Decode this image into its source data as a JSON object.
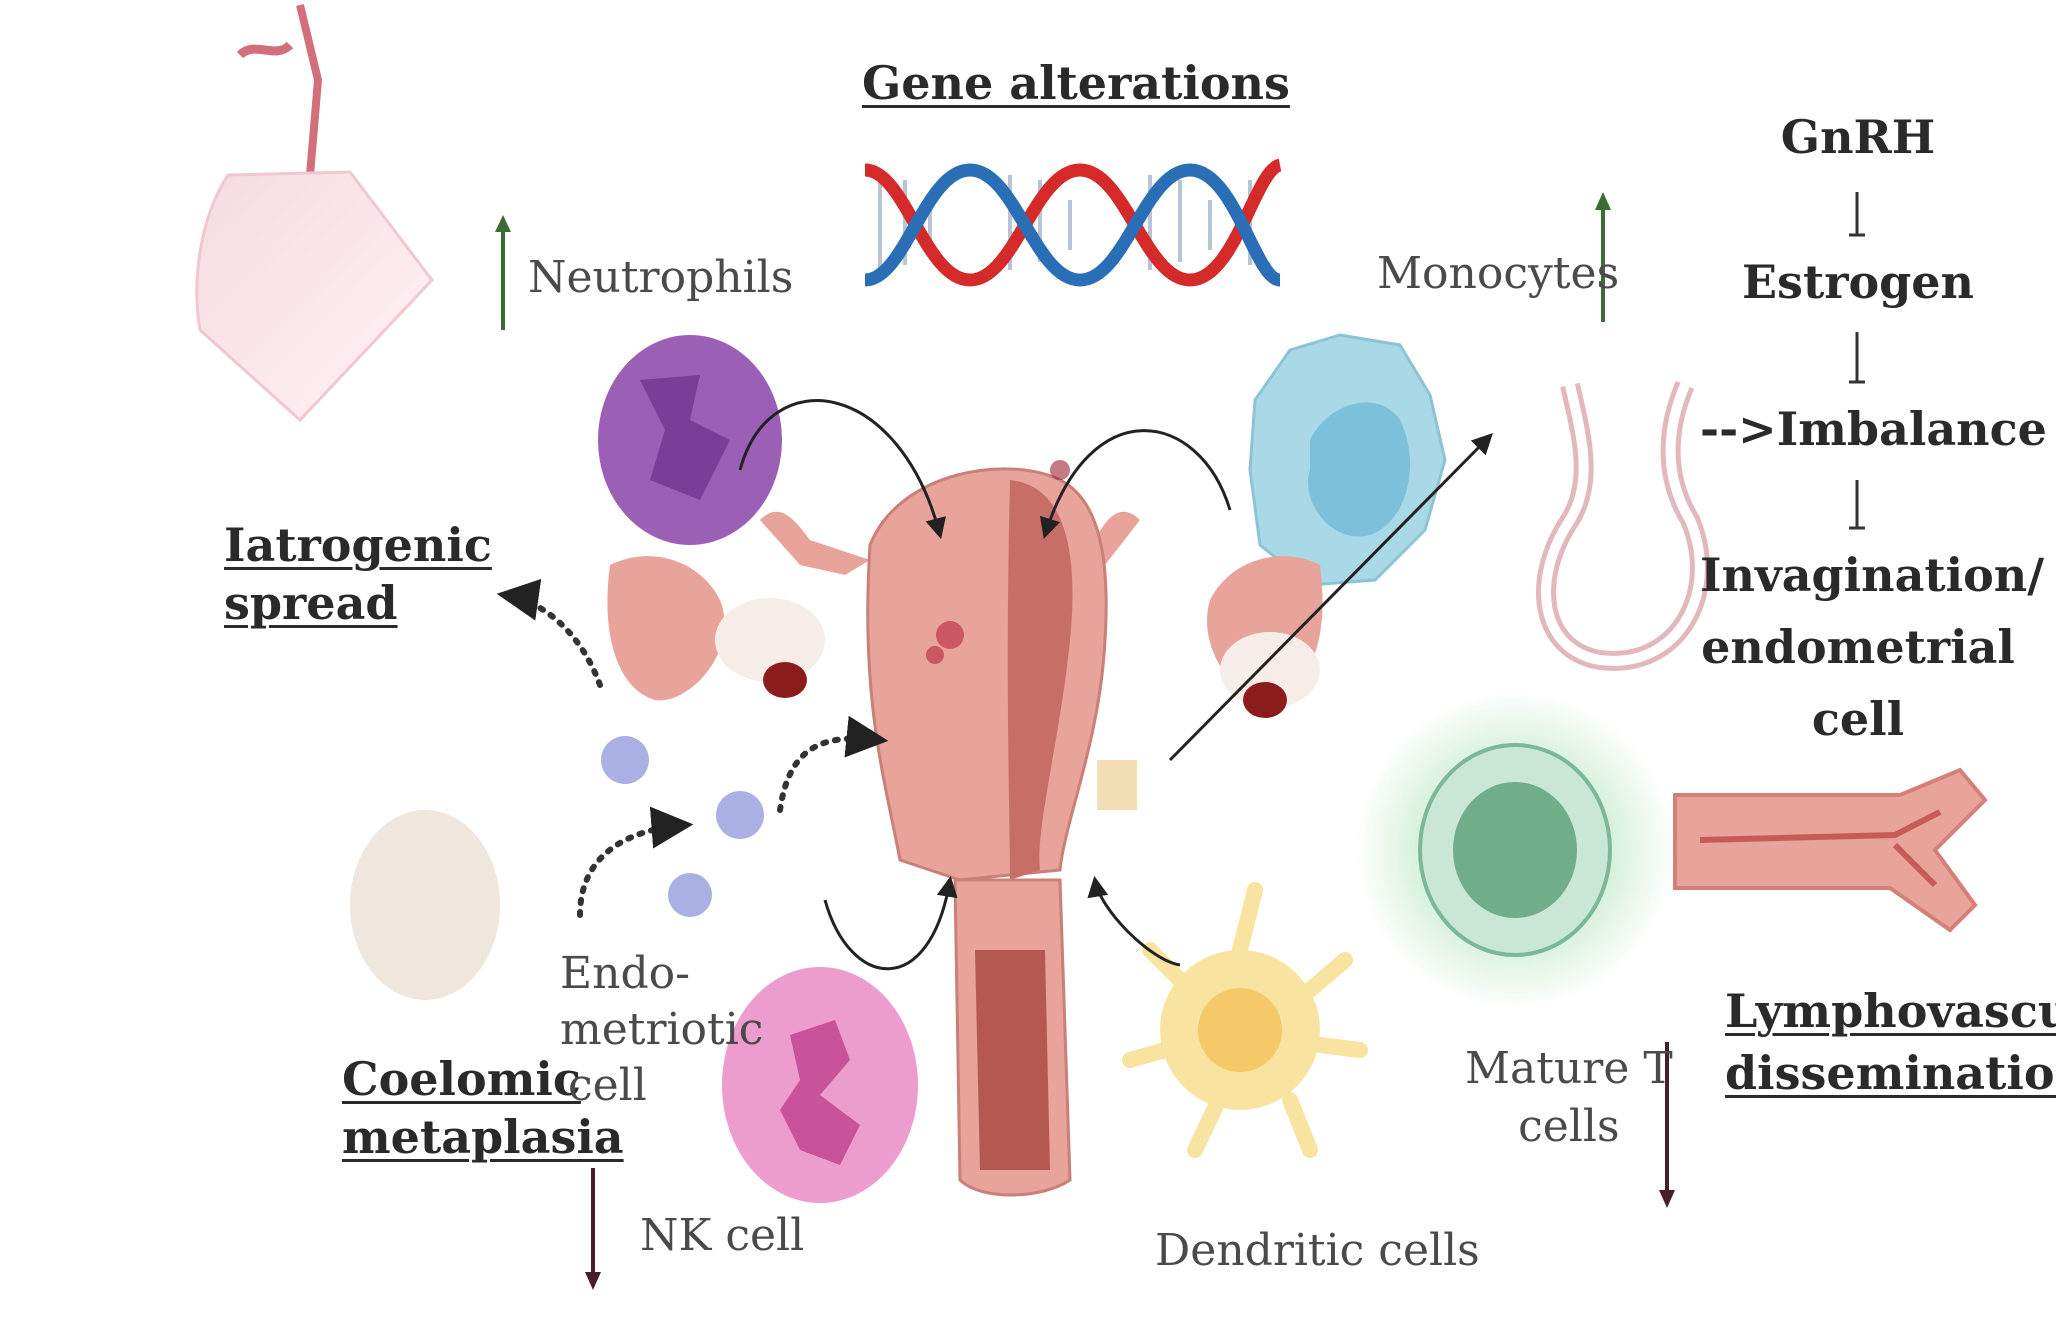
{
  "labels": {
    "gene_alterations": "Gene alterations",
    "neutrophils": "Neutrophils",
    "monocytes": "Monocytes",
    "iatrogenic_spread": [
      "Iatrogenic",
      "spread"
    ],
    "coelomic_metaplasia": [
      "Coelomic",
      "metaplasia"
    ],
    "endometriotic_cell": [
      "Endo-",
      "metriotic",
      "cell"
    ],
    "nk_cell": "NK cell",
    "dendritic_cells": "Dendritic cells",
    "mature_t_cells": [
      "Mature T",
      "cells"
    ],
    "lymphovascular": [
      "Lymphovascula",
      "dissemination"
    ],
    "hormonal_cascade": [
      "GnRH",
      "Estrogen",
      "-->Imbalance",
      "Invagination/",
      "endometrial",
      "cell"
    ]
  },
  "colors": {
    "neutrophil": "#9b5fb5",
    "monocyte": "#a9d8e6",
    "nk_cell": "#ec9ccd",
    "dendritic": "#f8e4a0",
    "t_cell": "#6fae88",
    "uterus": "#e8a39b",
    "uterus_dark": "#c86e68",
    "dna_red": "#d42a2a",
    "dna_blue": "#2a6fb5",
    "arrow_up": "#3c6b35",
    "arrow_down": "#4a1e28"
  }
}
